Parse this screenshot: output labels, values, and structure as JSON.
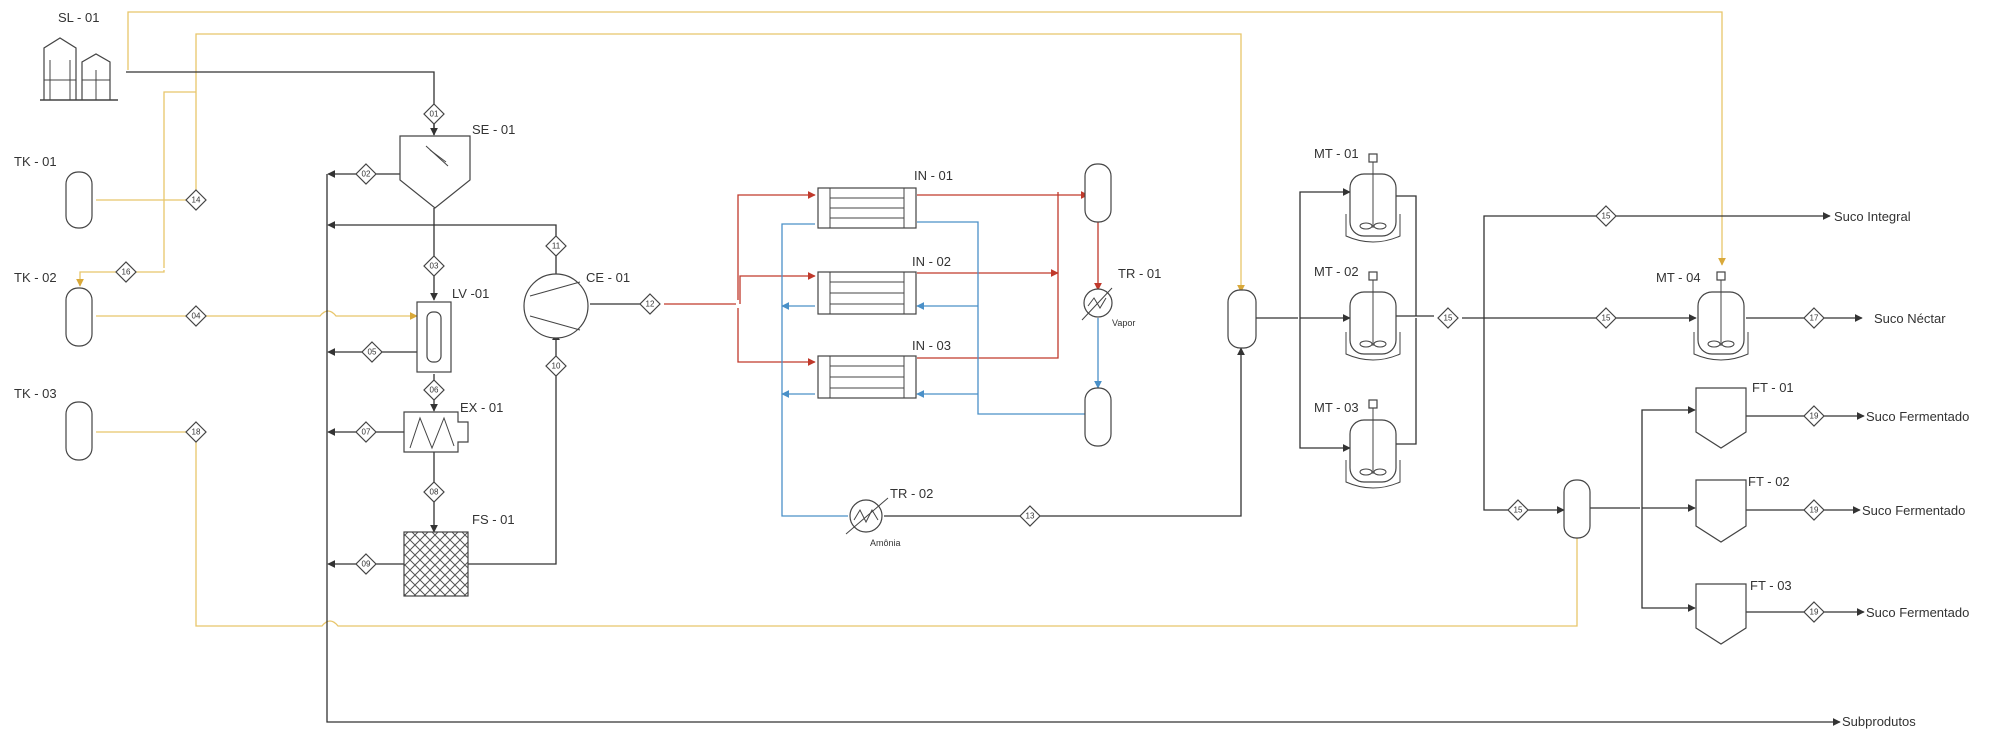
{
  "colors": {
    "process_line": "#333333",
    "feed_line": "#e8c56a",
    "hot_line": "#c0392b",
    "cold_line": "#4a90c8",
    "background": "#ffffff"
  },
  "equipment": {
    "sl01": "SL - 01",
    "tk01": "TK - 01",
    "tk02": "TK - 02",
    "tk03": "TK - 03",
    "se01": "SE - 01",
    "lv01": "LV -01",
    "ex01": "EX - 01",
    "fs01": "FS - 01",
    "ce01": "CE - 01",
    "in01": "IN - 01",
    "in02": "IN - 02",
    "in03": "IN - 03",
    "tr01": "TR - 01",
    "tr02": "TR - 02",
    "mt01": "MT - 01",
    "mt02": "MT - 02",
    "mt03": "MT - 03",
    "mt04": "MT - 04",
    "ft01": "FT - 01",
    "ft02": "FT - 02",
    "ft03": "FT - 03"
  },
  "utilities": {
    "vapor": "Vapor",
    "amonia": "Amônia"
  },
  "streams": {
    "s01": "01",
    "s02": "02",
    "s03": "03",
    "s04": "04",
    "s05": "05",
    "s06": "06",
    "s07": "07",
    "s08": "08",
    "s09": "09",
    "s10": "10",
    "s11": "11",
    "s12": "12",
    "s13": "13",
    "s14": "14",
    "s15": "15",
    "s15a": "15",
    "s15b": "15",
    "s15c": "15",
    "s16": "16",
    "s17": "17",
    "s18": "18",
    "s19a": "19",
    "s19b": "19",
    "s19c": "19"
  },
  "products": {
    "integral": "Suco Integral",
    "nectar": "Suco Néctar",
    "fermentado_1": "Suco Fermentado",
    "fermentado_2": "Suco Fermentado",
    "fermentado_3": "Suco Fermentado",
    "subprodutos": "Subprodutos"
  }
}
